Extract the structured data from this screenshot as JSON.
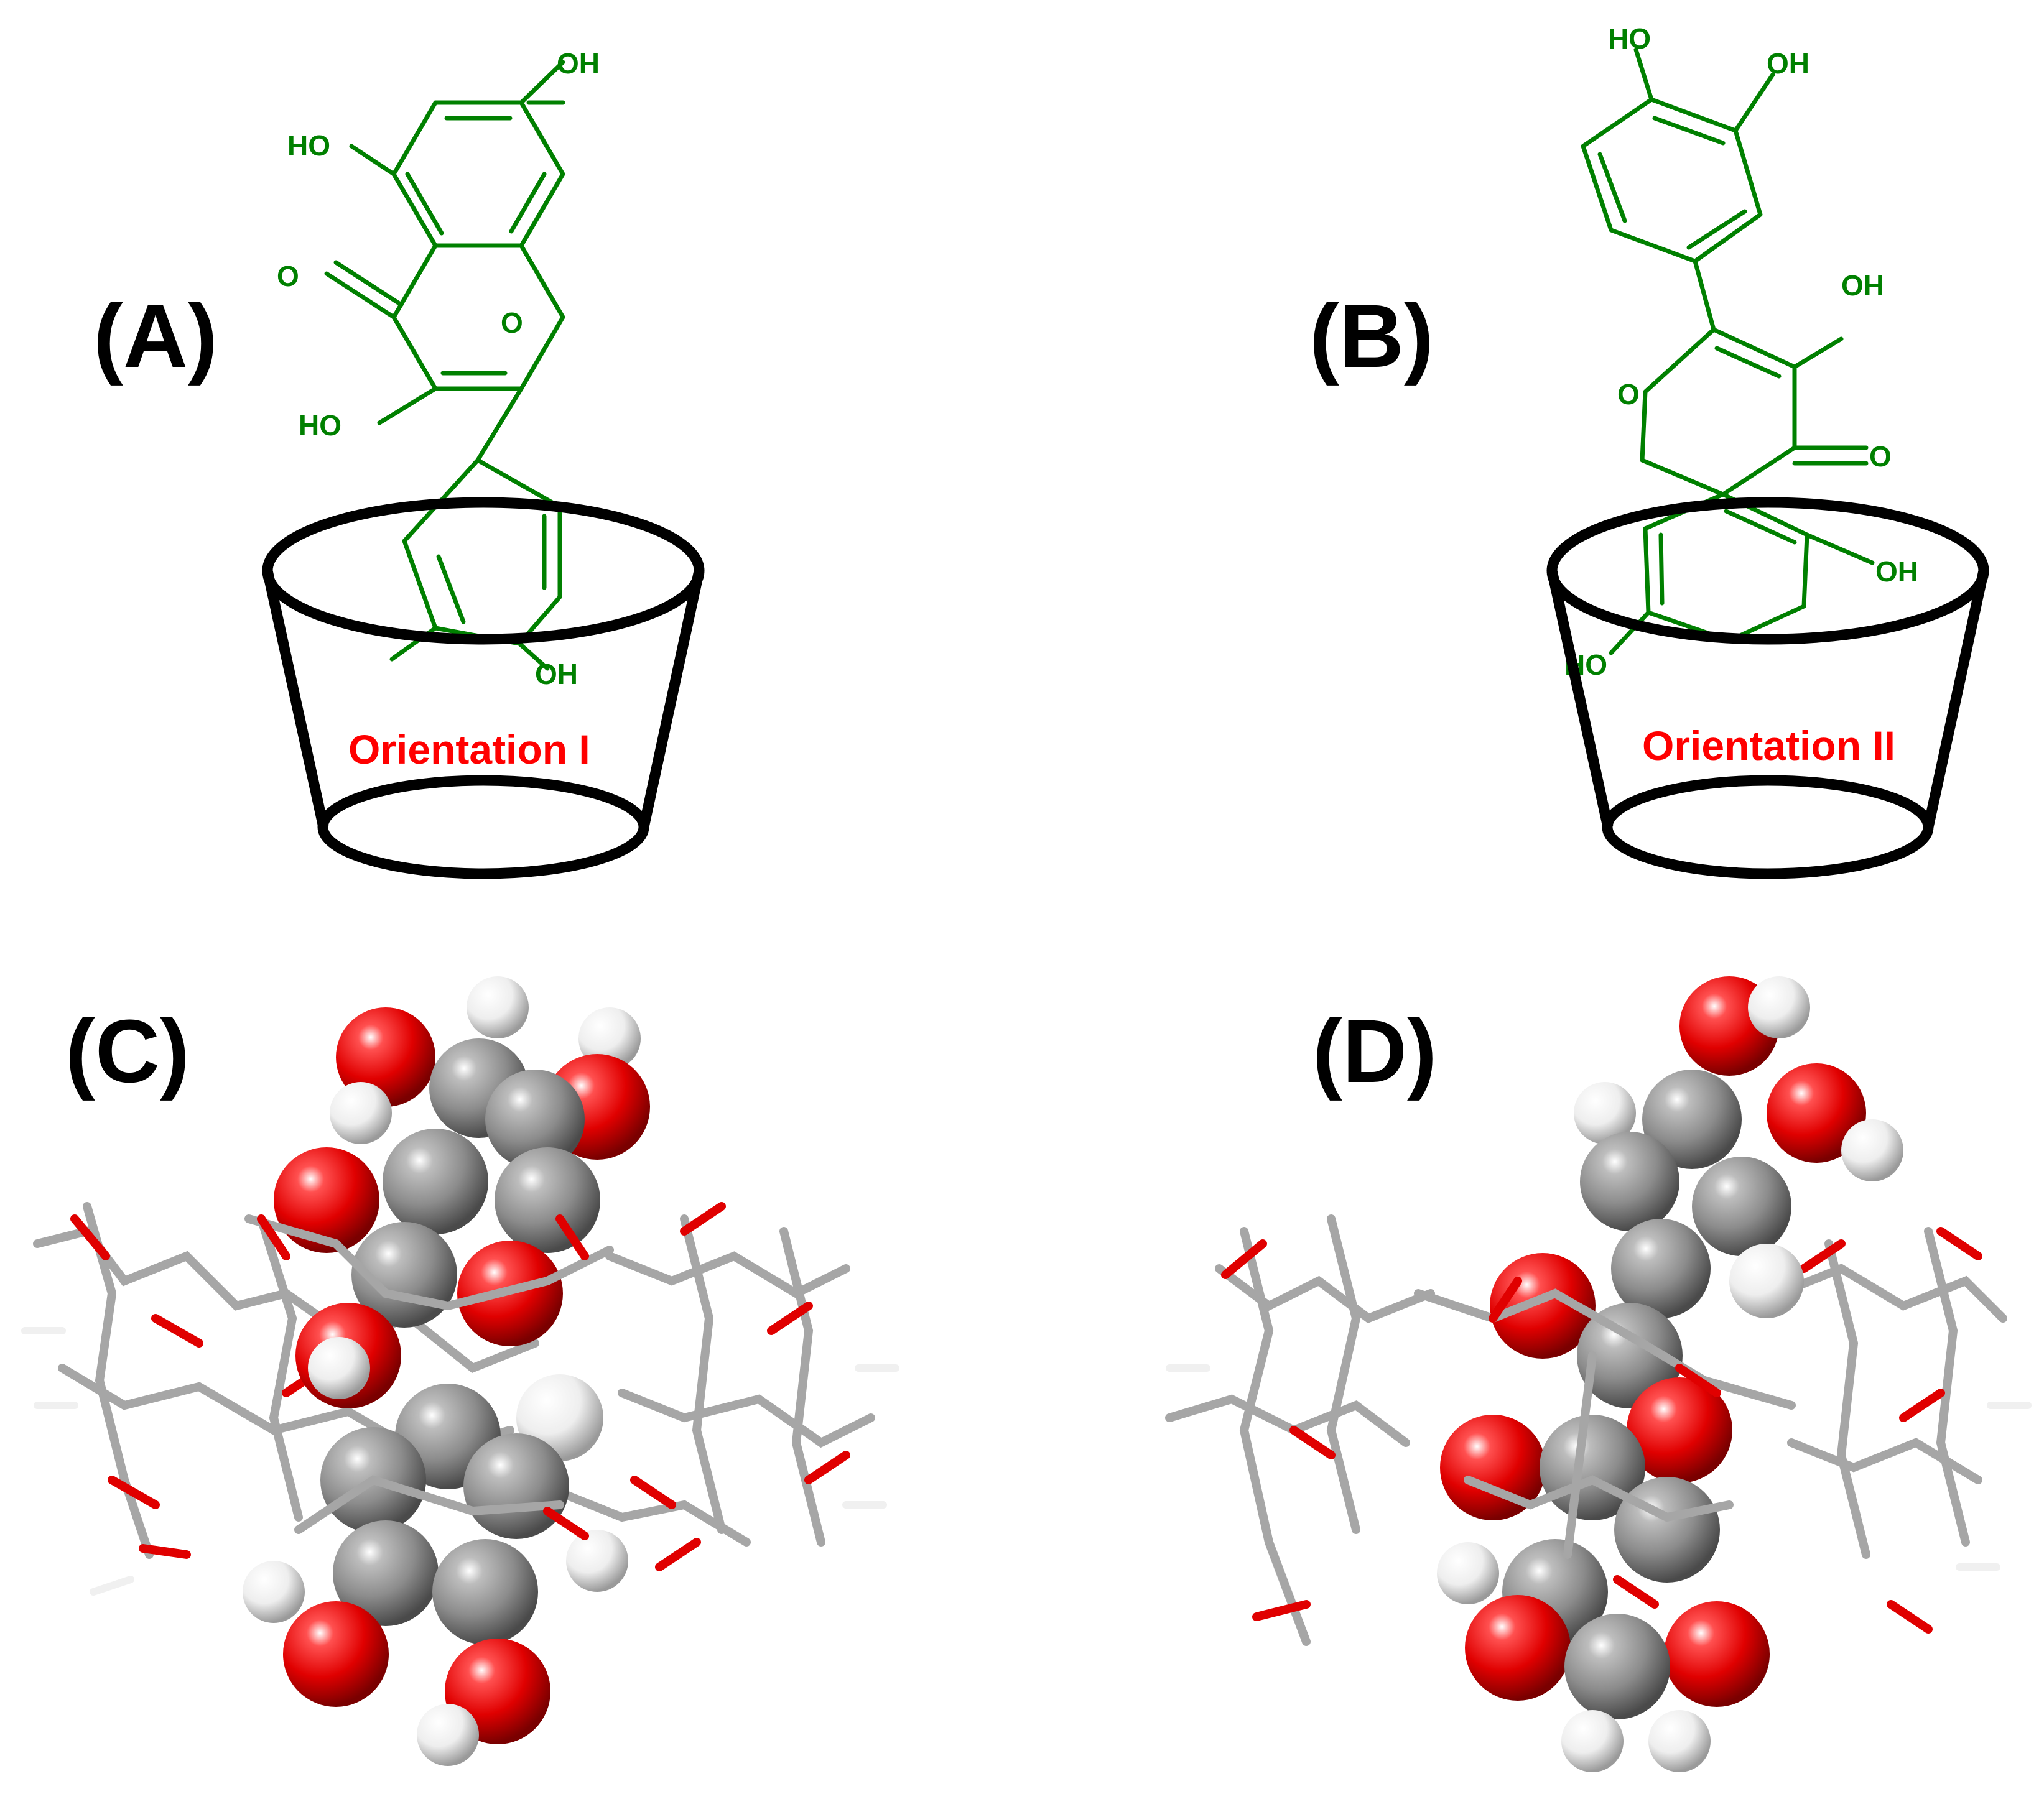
{
  "panels": {
    "a": {
      "label": "(A)",
      "orientation": "Orientation I"
    },
    "b": {
      "label": "(B)",
      "orientation": "Orientation II"
    },
    "c": {
      "label": "(C)"
    },
    "d": {
      "label": "(D)"
    }
  },
  "atoms": {
    "hydroxyl": "OH",
    "hydroxyl_left": "HO",
    "carbonyl_o": "O",
    "ring_o": "O"
  },
  "colors": {
    "molecule_lines": "#008000",
    "orientation_text": "#ff0000",
    "oxygen": "#e00000",
    "carbon": "#8c8c8c",
    "hydrogen": "#f0f0f0",
    "cup_outline": "#000000"
  }
}
